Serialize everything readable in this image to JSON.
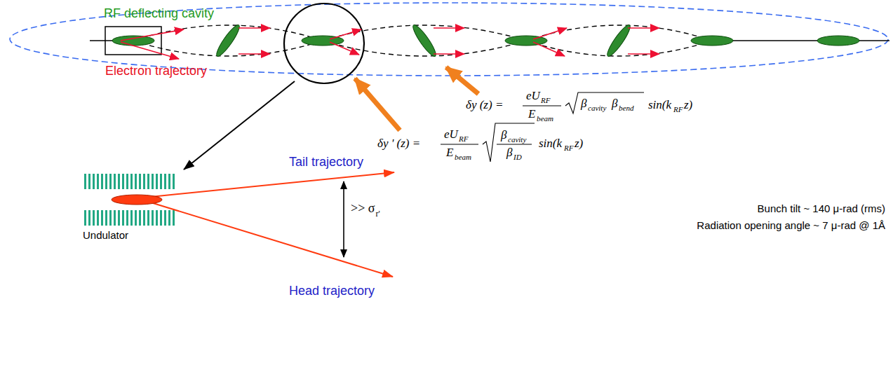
{
  "diagram": {
    "labels": [
      "RF deflecting cavity",
      "Electron trajectory",
      "δy (z) =",
      "eU",
      "RF",
      "E",
      "beam",
      "β",
      "cavity",
      "β",
      "bend",
      "sin(k",
      "RF",
      "z)",
      "δy ' (z) =",
      "eU",
      "RF",
      "E",
      "beam",
      "β",
      "cavity",
      "β",
      "ID",
      "sin(k",
      "RF",
      "z)",
      "Tail trajectory",
      ">> σ",
      "r'",
      "Bunch tilt ~ 140 μ-rad (rms)",
      "Radiation opening angle ~ 7 μ-rad @ 1Å",
      "Undulator",
      "Head trajectory"
    ]
  }
}
